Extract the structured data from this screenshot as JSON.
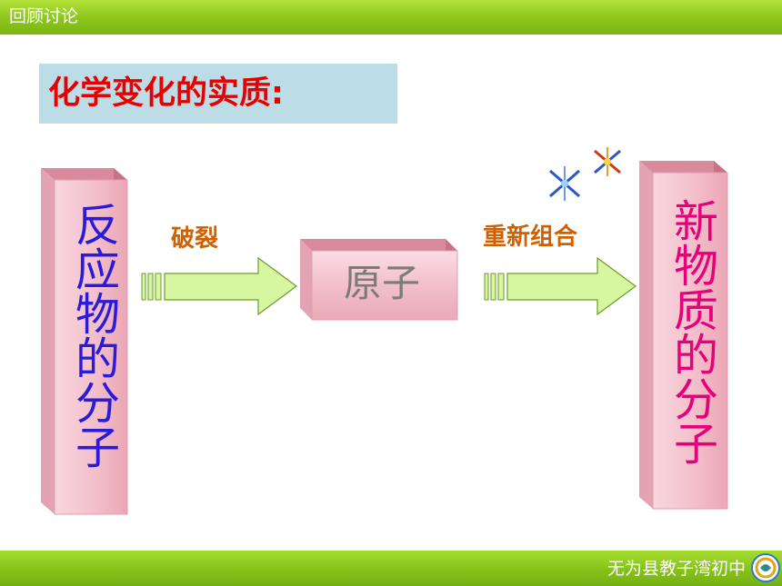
{
  "header": {
    "title": "回顾讨论"
  },
  "footer": {
    "school": "无为县教子湾初中"
  },
  "slide": {
    "heading": "化学变化的实质:",
    "reactant": "反应物的分子",
    "atom": "原子",
    "product": "新物质的分子",
    "step1": "破裂",
    "step2": "重新组合"
  },
  "colors": {
    "bar_green": "#8cc51c",
    "heading_bg": "#bcdde6",
    "heading_text": "#e60000",
    "box_pink": "#f7c9d3",
    "reactant_text": "#2a1bdc",
    "product_text": "#e8007a",
    "atom_text": "#7b7b7b",
    "arrow_fill": "#d6f7a0",
    "arrow_label": "#d06000"
  },
  "icons": [
    "star-sparkle-icon",
    "school-logo-icon"
  ]
}
